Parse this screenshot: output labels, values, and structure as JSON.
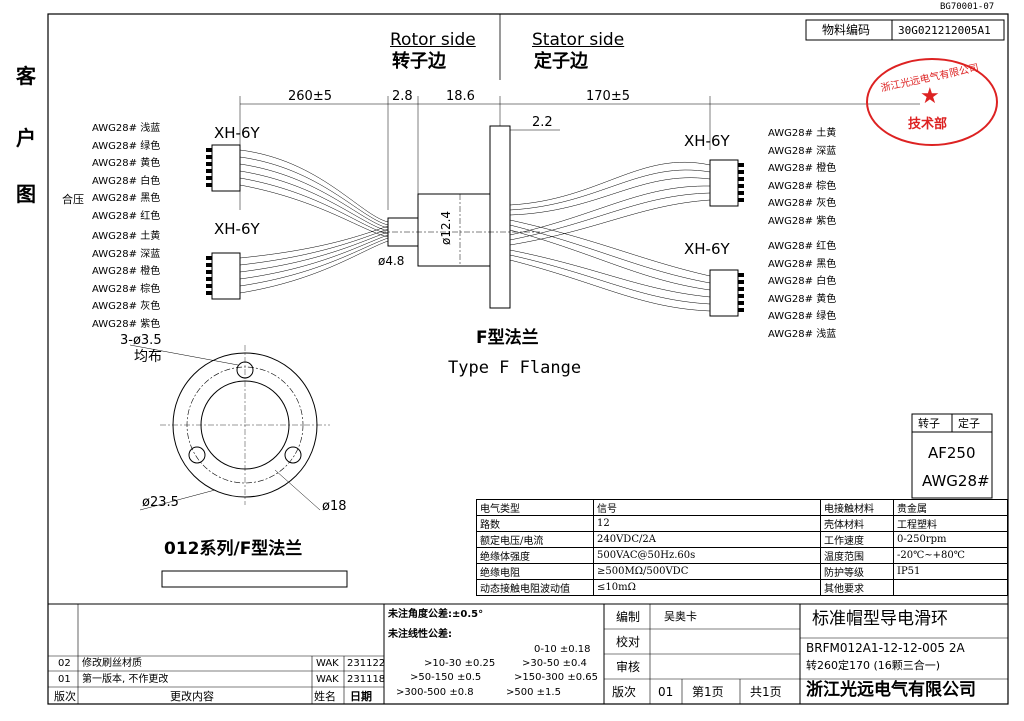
{
  "doc_code": "BG70001-07",
  "customer_chars": [
    "客",
    "户",
    "图"
  ],
  "material_code_label": "物料编码",
  "material_code_value": "30G021212005A1",
  "rotor_side_en": "Rotor side",
  "rotor_side_cn": "转子边",
  "stator_side_en": "Stator side",
  "stator_side_cn": "定子边",
  "dims": {
    "d260": "260±5",
    "d28": "2.8",
    "d186": "18.6",
    "d170": "170±5",
    "d22": "2.2",
    "dia124": "ø12.4",
    "dia48": "ø4.8"
  },
  "press_label": "合压",
  "connector_label": "XH-6Y",
  "wires_rotor_top": [
    "AWG28# 浅蓝",
    "AWG28# 绿色",
    "AWG28# 黄色",
    "AWG28# 白色",
    "AWG28# 黑色",
    "AWG28# 红色"
  ],
  "wires_rotor_bottom": [
    "AWG28# 土黄",
    "AWG28# 深蓝",
    "AWG28# 橙色",
    "AWG28# 棕色",
    "AWG28# 灰色",
    "AWG28# 紫色"
  ],
  "wires_stator_top": [
    "AWG28# 土黄",
    "AWG28# 深蓝",
    "AWG28# 橙色",
    "AWG28# 棕色",
    "AWG28# 灰色",
    "AWG28# 紫色"
  ],
  "wires_stator_bottom": [
    "AWG28# 红色",
    "AWG28# 黑色",
    "AWG28# 白色",
    "AWG28# 黄色",
    "AWG28# 绿色",
    "AWG28# 浅蓝"
  ],
  "flange_title_cn": "F型法兰",
  "flange_title_en": "Type F Flange",
  "holes_label": "3-ø3.5",
  "holes_even": "均布",
  "dia235": "ø23.5",
  "dia18": "ø18",
  "series_label": "012系列/F型法兰",
  "wire_box": {
    "rotor": "转子",
    "stator": "定子",
    "af": "AF250",
    "awg": "AWG28#"
  },
  "spec_rows": [
    [
      "电气类型",
      "信号",
      "电接触材料",
      "贵金属"
    ],
    [
      "路数",
      "12",
      "壳体材料",
      "工程塑料"
    ],
    [
      "额定电压/电流",
      "240VDC/2A",
      "工作速度",
      "0-250rpm"
    ],
    [
      "绝缘体强度",
      "500VAC@50Hz.60s",
      "温度范围",
      "-20℃~+80℃"
    ],
    [
      "绝缘电阻",
      "≥500MΩ/500VDC",
      "防护等级",
      "IP51"
    ],
    [
      "动态接触电阻波动值",
      "≤10mΩ",
      "其他要求",
      ""
    ]
  ],
  "tolerance": {
    "angle": "未注角度公差:±0.5°",
    "linear": "未注线性公差:",
    "l1": "0-10 ±0.18",
    "l2": ">10-30 ±0.25",
    "l3": ">30-50 ±0.4",
    "l4": ">50-150 ±0.5",
    "l5": ">150-300 ±0.65",
    "l6": ">300-500 ±0.8",
    "l7": ">500 ±1.5"
  },
  "title_block": {
    "draw": "编制",
    "drawer": "吴奥卡",
    "check": "校对",
    "review": "审核",
    "version_label": "版次",
    "version": "01",
    "page": "第1页",
    "total": "共1页",
    "product_name": "标准帽型导电滑环",
    "model": "BRFM012A1-12-12-005 2A",
    "note": "转260定170 (16颗三合一)",
    "company": "浙江光远电气有限公司"
  },
  "revisions": [
    {
      "ver": "02",
      "content": "修改刷丝材质",
      "name": "WAK",
      "date": "231122"
    },
    {
      "ver": "01",
      "content": "第一版本, 不作更改",
      "name": "WAK",
      "date": "231118"
    }
  ],
  "rev_header": {
    "ver": "版次",
    "content": "更改内容",
    "name": "姓名",
    "date": "日期"
  },
  "stamp": {
    "ring": "浙江光远电气有限公司",
    "dept": "技术部"
  }
}
